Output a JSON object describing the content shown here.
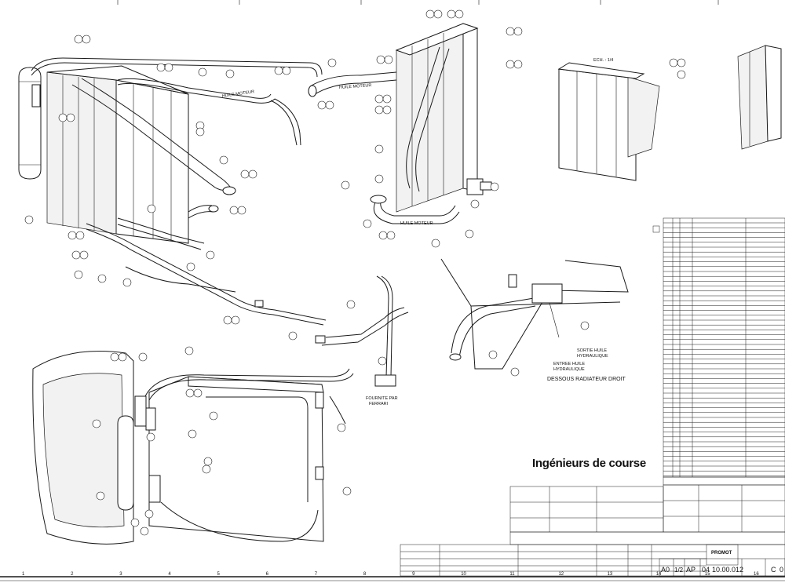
{
  "labels": {
    "oil_top_left": "HUILE MOTEUR",
    "oil_top_right": "HUILE MOTEUR",
    "oil_bottom": "HUILE MOTEUR",
    "hydraulic_out_1": "SORTIE HUILE",
    "hydraulic_out_2": "HYDRAULIQUE",
    "hydraulic_in_1": "ENTREE HUILE",
    "hydraulic_in_2": "HYDRAULIQUE",
    "section_title": "DESSOUS RADIATEUR DROIT",
    "supplied_1": "FOURNITE PAR",
    "supplied_2": "FERRARI",
    "scale": "ECH. : 1/4"
  },
  "watermark": "Ingénieurs de course",
  "title_block": {
    "logo": "PROMOT",
    "format": "A0",
    "ratio": "1/2",
    "code": "AP",
    "sheet_no": "04",
    "doc_number": "10.00.012",
    "revision": "C",
    "index": "0"
  },
  "frame_numbers": [
    "1",
    "2",
    "3",
    "4",
    "5",
    "6",
    "7",
    "8",
    "9",
    "10",
    "11",
    "12",
    "13",
    "14",
    "15",
    "16"
  ]
}
